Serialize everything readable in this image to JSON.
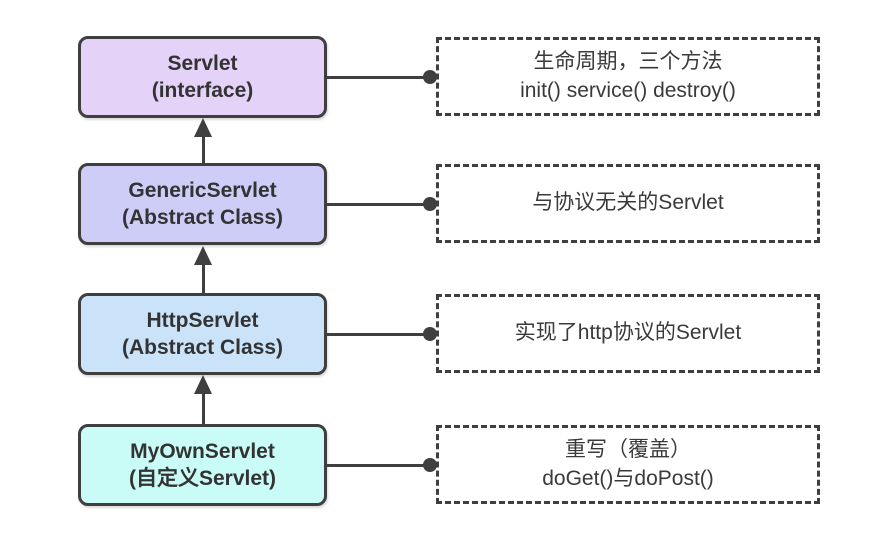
{
  "colors": {
    "border": "#3f3f3f",
    "text": "#333333",
    "background": "#ffffff"
  },
  "nodes": [
    {
      "title": "Servlet",
      "subtitle": "(interface)",
      "fill": "#e5d2f9",
      "note_lines": [
        "生命周期，三个方法",
        "init() service() destroy()"
      ]
    },
    {
      "title": "GenericServlet",
      "subtitle": "(Abstract Class)",
      "fill": "#cdcdf8",
      "note_lines": [
        "与协议无关的Servlet"
      ]
    },
    {
      "title": "HttpServlet",
      "subtitle": "(Abstract Class)",
      "fill": "#cbe3f9",
      "note_lines": [
        "实现了http协议的Servlet"
      ]
    },
    {
      "title": "MyOwnServlet",
      "subtitle": "(自定义Servlet)",
      "fill": "#c9fcf7",
      "note_lines": [
        "重写（覆盖）",
        "doGet()与doPost()"
      ]
    }
  ]
}
